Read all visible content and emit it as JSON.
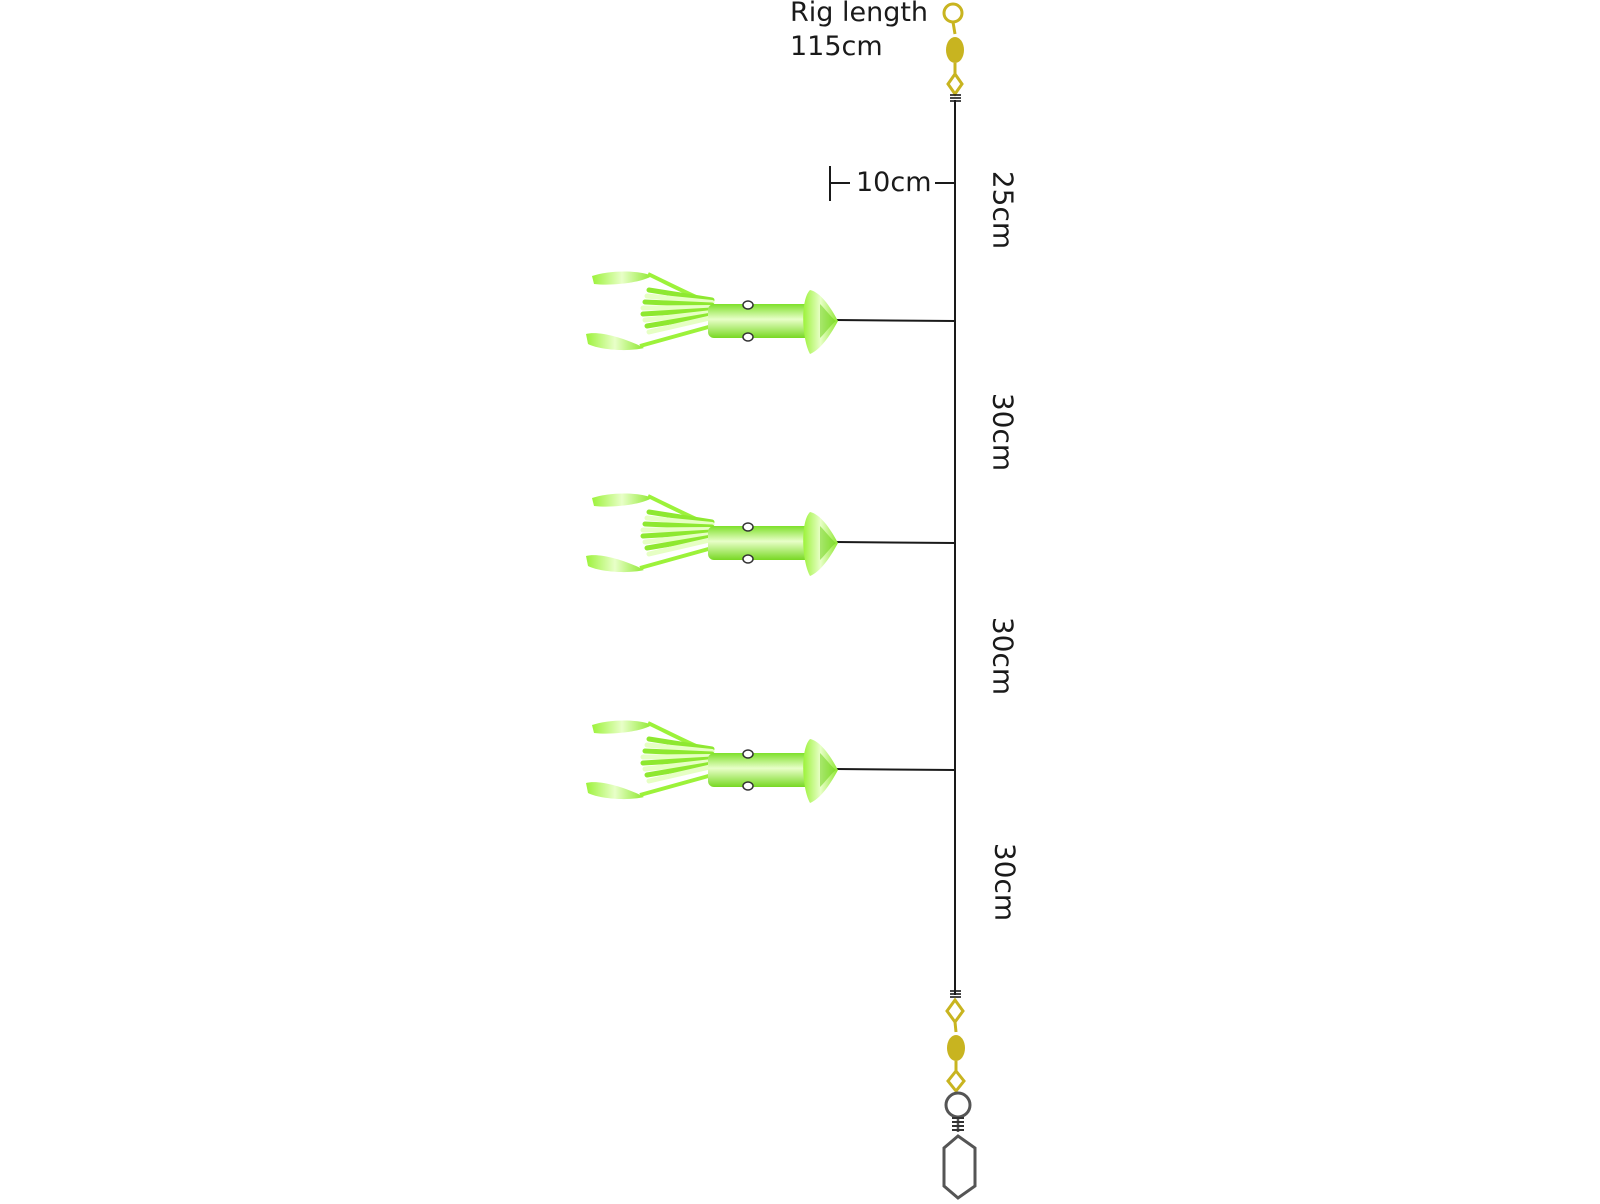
{
  "diagram": {
    "rig_length": {
      "line1": "Rig length",
      "line2": "115cm"
    },
    "dropper_length": "10cm",
    "segments": [
      {
        "label": "25cm",
        "value_cm": 25
      },
      {
        "label": "30cm",
        "value_cm": 30
      },
      {
        "label": "30cm",
        "value_cm": 30
      },
      {
        "label": "30cm",
        "value_cm": 30
      }
    ],
    "lure_count": 3,
    "colors": {
      "line": "#1a1a1a",
      "swivel": "#c8b420",
      "snap": "#555555",
      "lure_main": "#9cf23a",
      "lure_light": "#e6ffc4",
      "lure_dark": "#6fd21c"
    }
  }
}
